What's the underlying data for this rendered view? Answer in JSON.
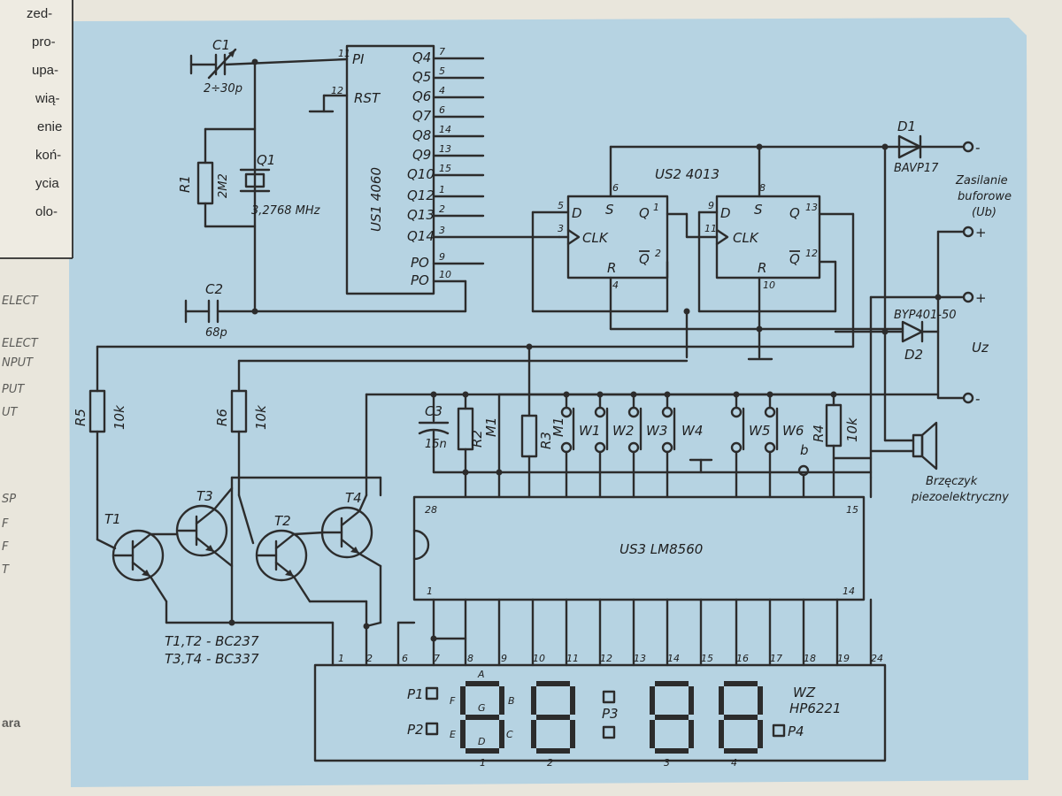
{
  "margin_text": [
    "zed-",
    "pro-",
    "upa-",
    "wią-",
    "enie",
    "koń-",
    "ycia",
    "olo-"
  ],
  "left_edge_text": [
    "ELECT",
    "ELECT",
    "NPUT",
    "PUT",
    "UT",
    "SP",
    "F",
    "F",
    "T",
    "ara"
  ],
  "components": {
    "c1": {
      "name": "C1",
      "value": "2÷30p"
    },
    "c2": {
      "name": "C2",
      "value": "68p"
    },
    "c3": {
      "name": "C3",
      "value": "15n"
    },
    "r1": {
      "name": "R1",
      "value": "2M2"
    },
    "r2": {
      "name": "R2",
      "value": "M1"
    },
    "r3": {
      "name": "R3",
      "value": "M1"
    },
    "r4": {
      "name": "R4",
      "value": "10k"
    },
    "r5": {
      "name": "R5",
      "value": "10k"
    },
    "r6": {
      "name": "R6",
      "value": "10k"
    },
    "q1": {
      "name": "Q1",
      "value": "3,2768 MHz"
    },
    "d1": {
      "name": "D1",
      "value": "BAVP17"
    },
    "d2": {
      "name": "D2",
      "value": "BYP401-50"
    },
    "t1": "T1",
    "t2": "T2",
    "t3": "T3",
    "t4": "T4",
    "transistor_note": [
      "T1,T2 - BC237",
      "T3,T4 - BC337"
    ],
    "switches": [
      "W1",
      "W2",
      "W3",
      "W4",
      "W5",
      "W6"
    ],
    "switch_b": "b"
  },
  "us1": {
    "name": "US1  4060",
    "left_pins": [
      {
        "num": "11",
        "label": "PI"
      },
      {
        "num": "12",
        "label": "RST"
      }
    ],
    "right_pins": [
      {
        "num": "7",
        "label": "Q4"
      },
      {
        "num": "5",
        "label": "Q5"
      },
      {
        "num": "4",
        "label": "Q6"
      },
      {
        "num": "6",
        "label": "Q7"
      },
      {
        "num": "14",
        "label": "Q8"
      },
      {
        "num": "13",
        "label": "Q9"
      },
      {
        "num": "15",
        "label": "Q10"
      },
      {
        "num": "1",
        "label": "Q12"
      },
      {
        "num": "2",
        "label": "Q13"
      },
      {
        "num": "3",
        "label": "Q14"
      },
      {
        "num": "9",
        "label": "PO"
      },
      {
        "num": "10",
        "label": "PO"
      }
    ]
  },
  "us2": {
    "name": "US2  4013",
    "ff1": {
      "d": "D",
      "s": "S",
      "q": "Q",
      "clk": "CLK",
      "qbar": "Q",
      "r": "R",
      "pin_d": "5",
      "pin_clk": "3",
      "pin_s": "6",
      "pin_q": "1",
      "pin_qbar": "2",
      "pin_r": "4"
    },
    "ff2": {
      "d": "D",
      "s": "S",
      "q": "Q",
      "clk": "CLK",
      "qbar": "Q",
      "r": "R",
      "pin_d": "9",
      "pin_clk": "11",
      "pin_s": "8",
      "pin_q": "13",
      "pin_qbar": "12",
      "pin_r": "10"
    }
  },
  "us3": {
    "name": "US3  LM8560",
    "pin28": "28",
    "pin15": "15",
    "pin1": "1",
    "pin14": "14"
  },
  "display": {
    "name": "WZ",
    "model": "HP6221",
    "pins": [
      "1",
      "2",
      "6",
      "7",
      "8",
      "9",
      "10",
      "11",
      "12",
      "13",
      "14",
      "15",
      "16",
      "17",
      "18",
      "19",
      "24"
    ],
    "p1": "P1",
    "p2": "P2",
    "p3": "P3",
    "p4": "P4",
    "segments": [
      "A",
      "B",
      "C",
      "D",
      "E",
      "F",
      "G"
    ],
    "digits": [
      "1",
      "2",
      "3",
      "4"
    ]
  },
  "power": {
    "supply_lines": [
      "Zasilanie",
      "buforowe",
      "(Ub)"
    ],
    "plus": "+",
    "minus": "-",
    "uz": "Uz",
    "buzzer": [
      "Brzęczyk",
      "piezoelektryczny"
    ]
  },
  "colors": {
    "board": "#b6d3e2",
    "paper": "#e9e6dc",
    "ink": "#2c2c2c"
  }
}
